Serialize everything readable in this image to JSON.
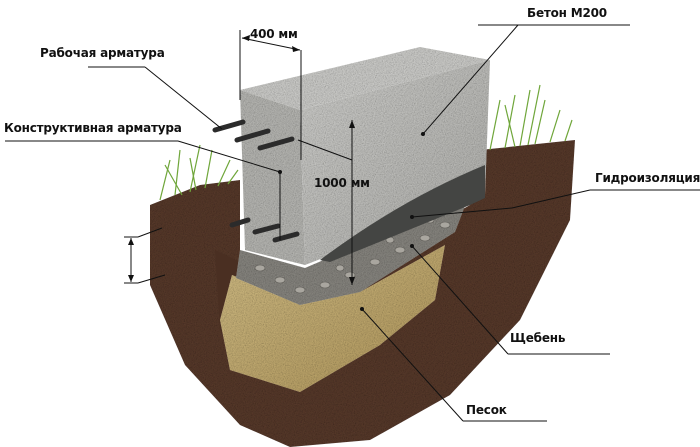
{
  "labels": {
    "concrete": "Бетон М200",
    "width_dim": "400 мм",
    "working_rebar": "Рабочая арматура",
    "structural_rebar": "Конструктивная арматура",
    "height_dim": "1000 мм",
    "waterproofing": "Гидроизоляция",
    "gravel": "Щебень",
    "sand": "Песок"
  },
  "colors": {
    "soil": "#5a3b2c",
    "sand": "#cdb479",
    "gravel": "#8c8a84",
    "concrete": "#c9c9c6",
    "grass": "#6fa63a"
  }
}
